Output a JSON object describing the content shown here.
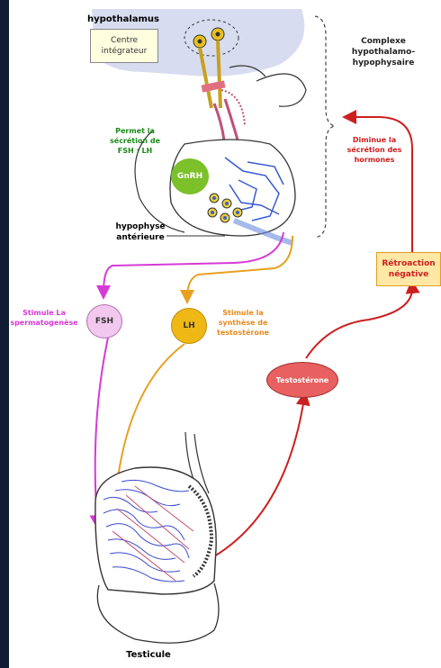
{
  "labels": {
    "hypothalamus": "hypothalamus",
    "centre_integrateur": "Centre\nintégrateur",
    "complexe": "Complexe\nhypothalamo-\nhypophysaire",
    "permet": "Permet la\nsécrétion de\nFSH ; LH",
    "gnrh": "GnRH",
    "hypophyse": "hypophyse\nantérieure",
    "diminue": "Diminue la\nsécrétion des\nhormones",
    "retroaction": "Rétroaction\nnégative",
    "stimule_sperm": "Stimule La\nspermatogenèse",
    "fsh": "FSH",
    "lh": "LH",
    "stimule_testo": "Stimule la\nsynthèse de\ntestostérone",
    "testosterone": "Testostérone",
    "testicule": "Testicule"
  },
  "colors": {
    "fsh_path": "#d63ad6",
    "lh_path": "#e8a020",
    "feedback_path": "#cc2020",
    "green_text": "#1a8a1a",
    "gnrh_fill": "#7cc02a",
    "fsh_fill": "#f2c8ee",
    "lh_fill": "#f0b814",
    "testo_fill": "#e86060",
    "retro_fill": "#ffe7a6",
    "hypothalamus_fill": "#d8dcf0",
    "tubule_blue": "#3a4ad0"
  }
}
